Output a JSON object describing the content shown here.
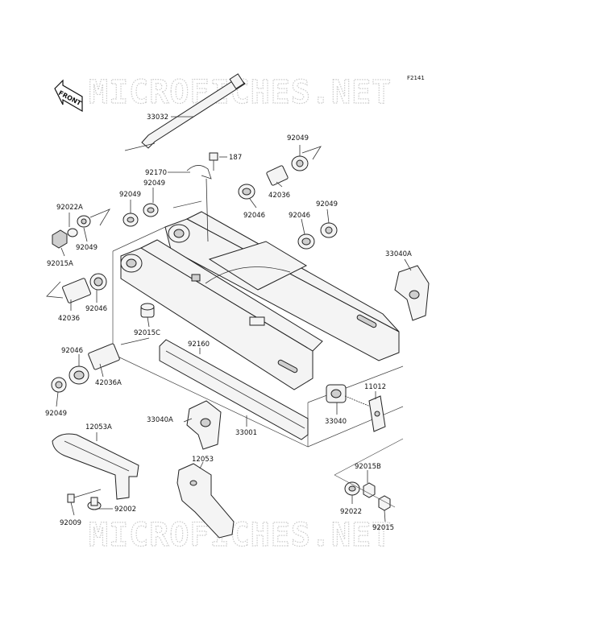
{
  "diagram_code": "F2141",
  "watermark": "MICROFICHES.NET",
  "front_label": "FRONT",
  "part_labels": [
    {
      "id": "p33032",
      "text": "33032"
    },
    {
      "id": "p187",
      "text": "187"
    },
    {
      "id": "p92049a",
      "text": "92049"
    },
    {
      "id": "p92170",
      "text": "92170"
    },
    {
      "id": "p92049b",
      "text": "92049"
    },
    {
      "id": "p92049c",
      "text": "92049"
    },
    {
      "id": "p92022A",
      "text": "92022A"
    },
    {
      "id": "p92049d",
      "text": "92049"
    },
    {
      "id": "p92015A",
      "text": "92015A"
    },
    {
      "id": "p42036a",
      "text": "42036"
    },
    {
      "id": "p92046a",
      "text": "92046"
    },
    {
      "id": "p92049e",
      "text": "92049"
    },
    {
      "id": "p92046b",
      "text": "92046"
    },
    {
      "id": "p33040A_top",
      "text": "33040A"
    },
    {
      "id": "p92046c",
      "text": "92046"
    },
    {
      "id": "p42036b",
      "text": "42036"
    },
    {
      "id": "p92015C",
      "text": "92015C"
    },
    {
      "id": "p92160",
      "text": "92160"
    },
    {
      "id": "p92046d",
      "text": "92046"
    },
    {
      "id": "p42036A",
      "text": "42036A"
    },
    {
      "id": "p92049f",
      "text": "92049"
    },
    {
      "id": "p11012",
      "text": "11012"
    },
    {
      "id": "p33040",
      "text": "33040"
    },
    {
      "id": "p12053A",
      "text": "12053A"
    },
    {
      "id": "p33040A_mid",
      "text": "33040A"
    },
    {
      "id": "p33001",
      "text": "33001"
    },
    {
      "id": "p12053",
      "text": "12053"
    },
    {
      "id": "p92015B",
      "text": "92015B"
    },
    {
      "id": "p92002",
      "text": "92002"
    },
    {
      "id": "p92009",
      "text": "92009"
    },
    {
      "id": "p92022",
      "text": "92022"
    },
    {
      "id": "p92015",
      "text": "92015"
    }
  ]
}
